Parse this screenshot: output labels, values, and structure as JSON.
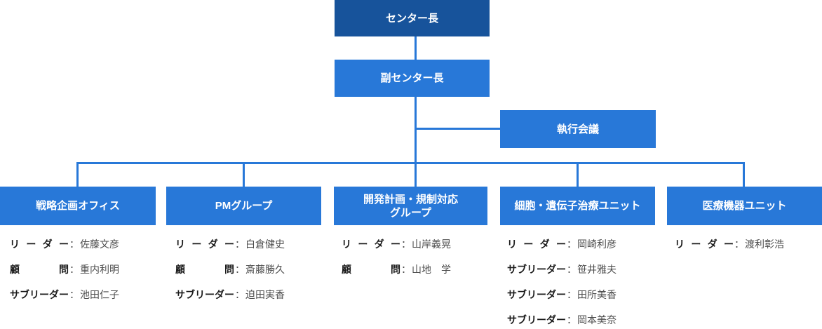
{
  "palette": {
    "dark_blue": "#17539b",
    "blue": "#2878d8",
    "connector": "#2878d8",
    "role_text": "#1a1a1a",
    "name_text": "#4d4d4d",
    "box_text": "#ffffff"
  },
  "punctuation": {
    "colon": "："
  },
  "org": {
    "root": {
      "label": "センター長"
    },
    "deputy": {
      "label": "副センター長"
    },
    "executive": {
      "label": "執行会議"
    },
    "departments": [
      {
        "label": "戦略企画オフィス",
        "members": [
          {
            "role": "リーダー",
            "name": "佐藤文彦"
          },
          {
            "role": "顧問",
            "name": "重内利明"
          },
          {
            "role": "サブリーダー",
            "name": "池田仁子"
          }
        ]
      },
      {
        "label": "PMグループ",
        "members": [
          {
            "role": "リーダー",
            "name": "白倉健史"
          },
          {
            "role": "顧問",
            "name": "斎藤勝久"
          },
          {
            "role": "サブリーダー",
            "name": "迫田実香"
          }
        ]
      },
      {
        "label": "開発計画・規制対応\nグループ",
        "members": [
          {
            "role": "リーダー",
            "name": "山岸義晃"
          },
          {
            "role": "顧問",
            "name": "山地　学"
          }
        ]
      },
      {
        "label": "細胞・遺伝子治療ユニット",
        "members": [
          {
            "role": "リーダー",
            "name": "岡崎利彦"
          },
          {
            "role": "サブリーダー",
            "name": "笹井雅夫"
          },
          {
            "role": "サブリーダー",
            "name": "田所美香"
          },
          {
            "role": "サブリーダー",
            "name": "岡本美奈"
          }
        ]
      },
      {
        "label": "医療機器ユニット",
        "members": [
          {
            "role": "リーダー",
            "name": "渡利彰浩"
          }
        ]
      }
    ]
  }
}
